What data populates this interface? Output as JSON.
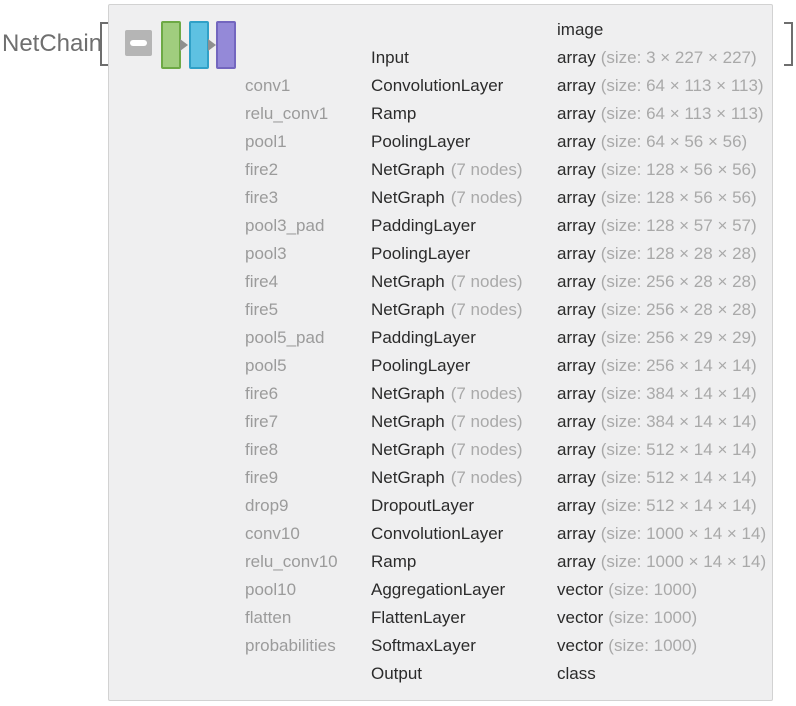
{
  "expression": {
    "head": "NetChain",
    "open_bracket": "[",
    "close_bracket": "]"
  },
  "panel": {
    "background_color": "#efeff0",
    "border_color": "#d2d2d2",
    "collapse_button": "minus",
    "layer_thumbnail_colors": {
      "green_fill": "#a0cd7e",
      "green_border": "#6da945",
      "blue_fill": "#5ec1e2",
      "blue_border": "#30a0c7",
      "purple_fill": "#9489d8",
      "purple_border": "#7366bf",
      "arrow_color": "#8f8f8f"
    }
  },
  "table": {
    "rows": [
      {
        "name": "",
        "type": "",
        "note": "",
        "value": "image",
        "size": ""
      },
      {
        "name": "",
        "type": "Input",
        "note": "",
        "value": "array",
        "size": "(size: 3 × 227 × 227)"
      },
      {
        "name": "conv1",
        "type": "ConvolutionLayer",
        "note": "",
        "value": "array",
        "size": "(size: 64 × 113 × 113)"
      },
      {
        "name": "relu_conv1",
        "type": "Ramp",
        "note": "",
        "value": "array",
        "size": "(size: 64 × 113 × 113)"
      },
      {
        "name": "pool1",
        "type": "PoolingLayer",
        "note": "",
        "value": "array",
        "size": "(size: 64 × 56 × 56)"
      },
      {
        "name": "fire2",
        "type": "NetGraph",
        "note": "(7 nodes)",
        "value": "array",
        "size": "(size: 128 × 56 × 56)"
      },
      {
        "name": "fire3",
        "type": "NetGraph",
        "note": "(7 nodes)",
        "value": "array",
        "size": "(size: 128 × 56 × 56)"
      },
      {
        "name": "pool3_pad",
        "type": "PaddingLayer",
        "note": "",
        "value": "array",
        "size": "(size: 128 × 57 × 57)"
      },
      {
        "name": "pool3",
        "type": "PoolingLayer",
        "note": "",
        "value": "array",
        "size": "(size: 128 × 28 × 28)"
      },
      {
        "name": "fire4",
        "type": "NetGraph",
        "note": "(7 nodes)",
        "value": "array",
        "size": "(size: 256 × 28 × 28)"
      },
      {
        "name": "fire5",
        "type": "NetGraph",
        "note": "(7 nodes)",
        "value": "array",
        "size": "(size: 256 × 28 × 28)"
      },
      {
        "name": "pool5_pad",
        "type": "PaddingLayer",
        "note": "",
        "value": "array",
        "size": "(size: 256 × 29 × 29)"
      },
      {
        "name": "pool5",
        "type": "PoolingLayer",
        "note": "",
        "value": "array",
        "size": "(size: 256 × 14 × 14)"
      },
      {
        "name": "fire6",
        "type": "NetGraph",
        "note": "(7 nodes)",
        "value": "array",
        "size": "(size: 384 × 14 × 14)"
      },
      {
        "name": "fire7",
        "type": "NetGraph",
        "note": "(7 nodes)",
        "value": "array",
        "size": "(size: 384 × 14 × 14)"
      },
      {
        "name": "fire8",
        "type": "NetGraph",
        "note": "(7 nodes)",
        "value": "array",
        "size": "(size: 512 × 14 × 14)"
      },
      {
        "name": "fire9",
        "type": "NetGraph",
        "note": "(7 nodes)",
        "value": "array",
        "size": "(size: 512 × 14 × 14)"
      },
      {
        "name": "drop9",
        "type": "DropoutLayer",
        "note": "",
        "value": "array",
        "size": "(size: 512 × 14 × 14)"
      },
      {
        "name": "conv10",
        "type": "ConvolutionLayer",
        "note": "",
        "value": "array",
        "size": "(size: 1000 × 14 × 14)"
      },
      {
        "name": "relu_conv10",
        "type": "Ramp",
        "note": "",
        "value": "array",
        "size": "(size: 1000 × 14 × 14)"
      },
      {
        "name": "pool10",
        "type": "AggregationLayer",
        "note": "",
        "value": "vector",
        "size": "(size: 1000)"
      },
      {
        "name": "flatten",
        "type": "FlattenLayer",
        "note": "",
        "value": "vector",
        "size": "(size: 1000)"
      },
      {
        "name": "probabilities",
        "type": "SoftmaxLayer",
        "note": "",
        "value": "vector",
        "size": "(size: 1000)"
      },
      {
        "name": "",
        "type": "Output",
        "note": "",
        "value": "class",
        "size": ""
      }
    ]
  }
}
